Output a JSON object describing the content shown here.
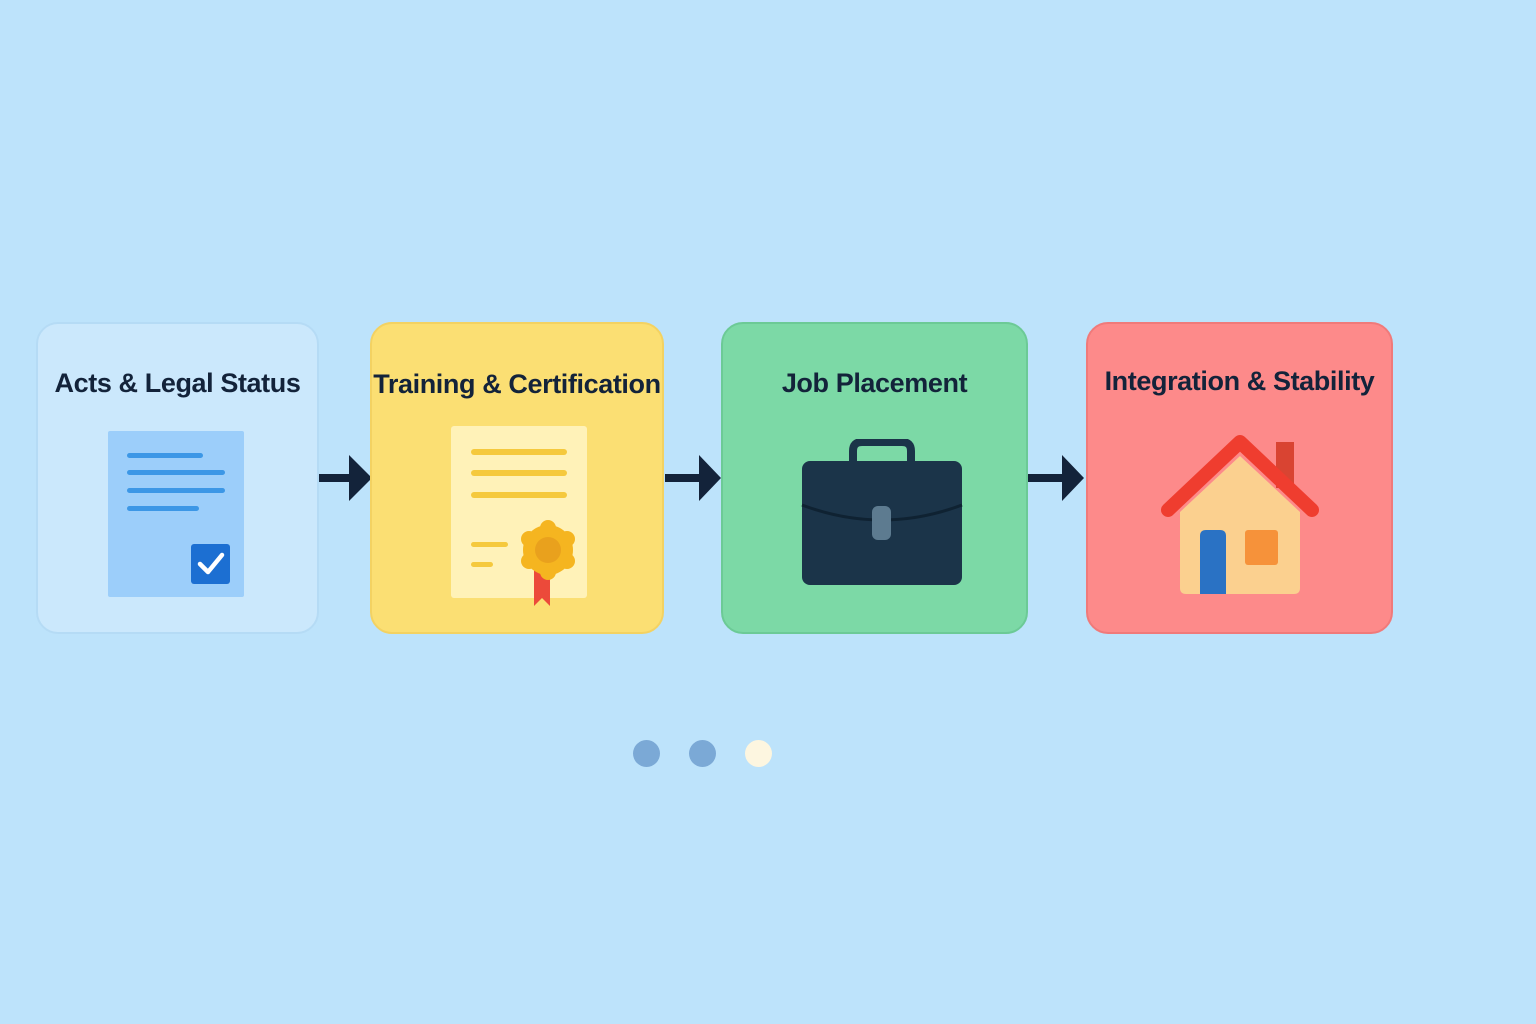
{
  "steps": [
    {
      "title": "Acts & Legal Status",
      "icon": "document-check-icon",
      "color": "#cbe8fc"
    },
    {
      "title": "Training & Certification",
      "icon": "certificate-icon",
      "color": "#fbdf73"
    },
    {
      "title": "Job Placement",
      "icon": "briefcase-icon",
      "color": "#7cd9a6"
    },
    {
      "title": "Integration & Stability",
      "icon": "house-icon",
      "color": "#fd8a8a"
    }
  ],
  "pagination": {
    "total": 3,
    "active_index": 2
  },
  "colors": {
    "background": "#bde3fb",
    "arrow": "#13233a",
    "dot_inactive": "#7ba9d6",
    "dot_active": "#fdf6e0"
  }
}
